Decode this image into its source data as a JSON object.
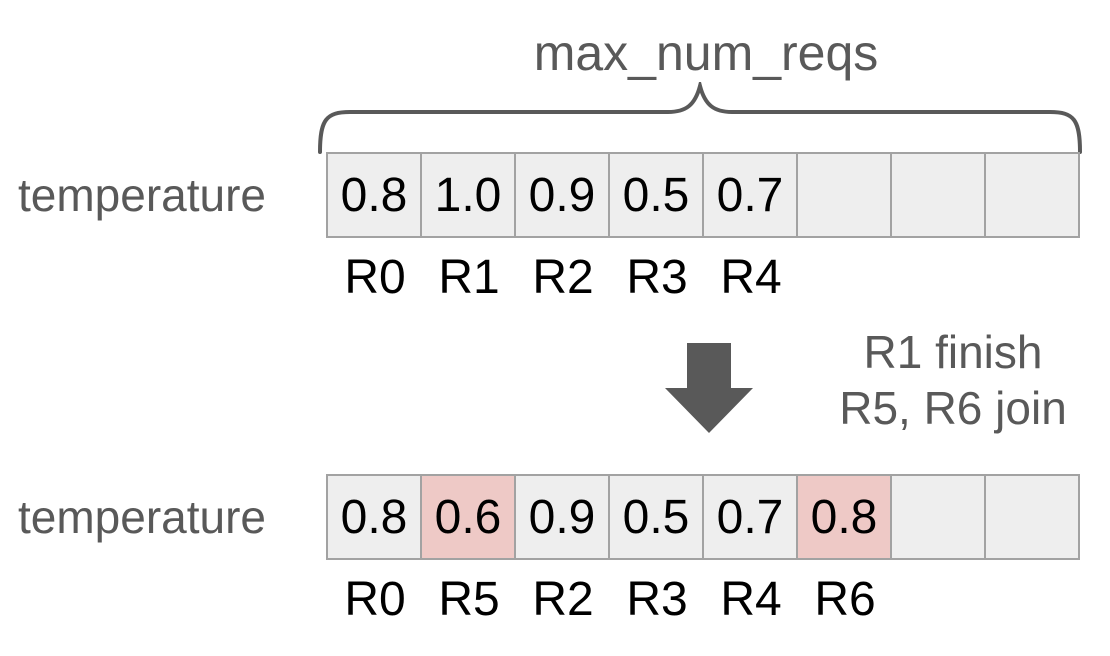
{
  "title": "max_num_reqs",
  "colors": {
    "cell_bg": "#eeeeee",
    "cell_highlight": "#eec9c6",
    "cell_border": "#a2a2a2",
    "gray_text": "#595959",
    "value_text": "#000000",
    "arrow": "#595959"
  },
  "top_grid": {
    "row_label": "temperature",
    "cells": [
      {
        "value": "0.8",
        "bg": "#eeeeee"
      },
      {
        "value": "1.0",
        "bg": "#eeeeee"
      },
      {
        "value": "0.9",
        "bg": "#eeeeee"
      },
      {
        "value": "0.5",
        "bg": "#eeeeee"
      },
      {
        "value": "0.7",
        "bg": "#eeeeee"
      },
      {
        "value": "",
        "bg": "#eeeeee"
      },
      {
        "value": "",
        "bg": "#eeeeee"
      },
      {
        "value": "",
        "bg": "#eeeeee"
      }
    ],
    "request_labels": [
      "R0",
      "R1",
      "R2",
      "R3",
      "R4",
      "",
      "",
      ""
    ]
  },
  "transition": {
    "line1": "R1 finish",
    "line2": "R5, R6 join",
    "arrow_icon": "down-arrow"
  },
  "bottom_grid": {
    "row_label": "temperature",
    "cells": [
      {
        "value": "0.8",
        "bg": "#eeeeee"
      },
      {
        "value": "0.6",
        "bg": "#eec9c6"
      },
      {
        "value": "0.9",
        "bg": "#eeeeee"
      },
      {
        "value": "0.5",
        "bg": "#eeeeee"
      },
      {
        "value": "0.7",
        "bg": "#eeeeee"
      },
      {
        "value": "0.8",
        "bg": "#eec9c6"
      },
      {
        "value": "",
        "bg": "#eeeeee"
      },
      {
        "value": "",
        "bg": "#eeeeee"
      }
    ],
    "request_labels": [
      "R0",
      "R5",
      "R2",
      "R3",
      "R4",
      "R6",
      "",
      ""
    ]
  }
}
